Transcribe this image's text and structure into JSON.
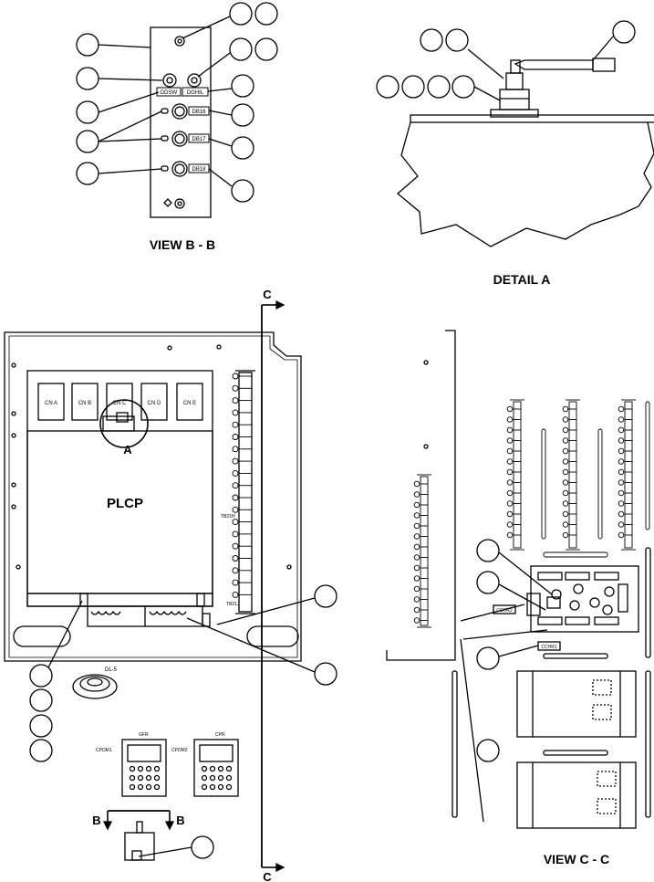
{
  "views": {
    "view_b": "VIEW B - B",
    "detail_a": "DETAIL A",
    "view_c": "VIEW C - C"
  },
  "section_marks": {
    "c": "C",
    "b": "B",
    "a": "A"
  },
  "panel": {
    "title": "PLCP",
    "cn_labels": [
      "CN A",
      "CN B",
      "CN C",
      "CN D",
      "CN E"
    ],
    "tb_upper": "TB21H",
    "tb_lower": "TB21J"
  },
  "view_b_parts": {
    "dsw": "DDSW",
    "dhl": "DGHIL",
    "db16a": "DB16",
    "db17": "DB17",
    "db18": "DB18"
  },
  "components": {
    "dl": "DL-5",
    "gfr": "GFR",
    "cpr": "CPR",
    "cpdm1": "CPDM1",
    "cpdm2": "CPDM2"
  },
  "connectors": {
    "cchr2": "CCHR2",
    "cchr1": "CCHR1"
  }
}
